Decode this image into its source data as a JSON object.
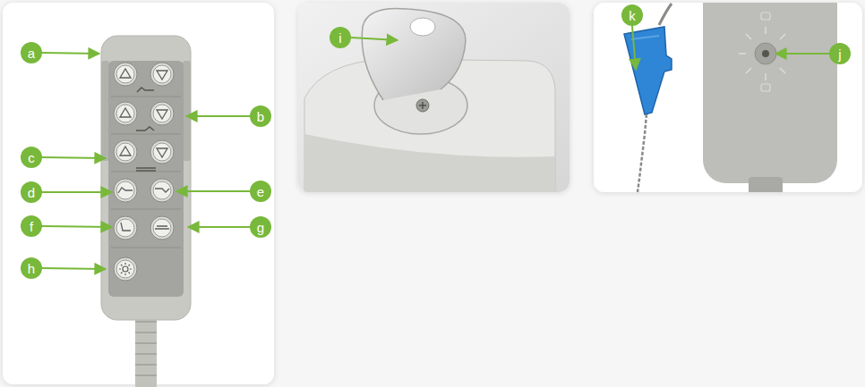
{
  "diagram": {
    "nodes": [
      {
        "text": [
          "a"
        ]
      },
      {
        "text": [
          "b"
        ]
      },
      {
        "text": [
          "c"
        ]
      },
      {
        "text": [
          "d"
        ]
      },
      {
        "text": [
          "e"
        ]
      },
      {
        "text": [
          "f"
        ]
      },
      {
        "text": [
          "g"
        ]
      },
      {
        "text": [
          "h"
        ]
      },
      {
        "text": [
          "i"
        ]
      },
      {
        "text": [
          "k"
        ]
      },
      {
        "text": [
          "j"
        ]
      }
    ]
  }
}
